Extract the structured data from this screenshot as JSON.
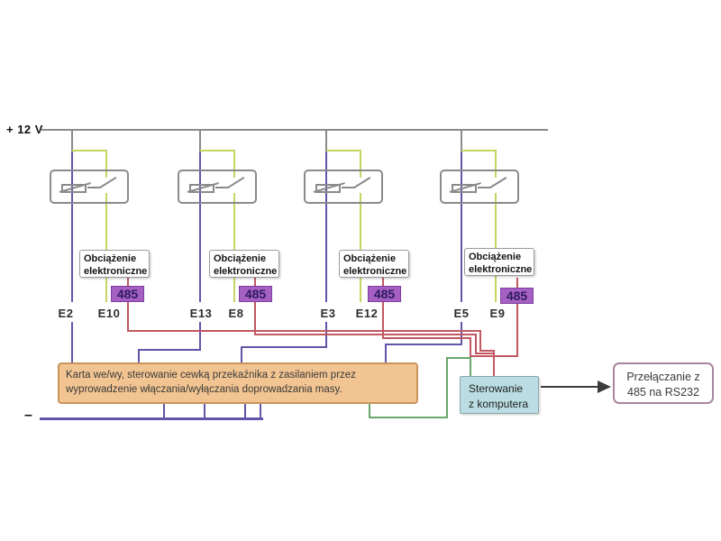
{
  "labels": {
    "supply": "+ 12 V",
    "ground": "–"
  },
  "channels": [
    {
      "load": [
        "Obciążenie",
        "elektroniczne"
      ],
      "tag": "485",
      "terminals": [
        "E2",
        "E10"
      ]
    },
    {
      "load": [
        "Obciążenie",
        "elektroniczne"
      ],
      "tag": "485",
      "terminals": [
        "E13",
        "E8"
      ]
    },
    {
      "load": [
        "Obciążenie",
        "elektroniczne"
      ],
      "tag": "485",
      "terminals": [
        "E3",
        "E12"
      ]
    },
    {
      "load": [
        "Obciążenie",
        "elektroniczne"
      ],
      "tag": "485",
      "terminals": [
        "E5",
        "E9"
      ]
    }
  ],
  "io_card": {
    "text": "Karta we/wy, sterowanie cewką przekaźnika z zasilaniem przez wyprowadzenie włączania/wyłączania doprowadzania masy."
  },
  "computer_box": {
    "line1": "Sterowanie",
    "line2": "z komputera"
  },
  "converter_box": {
    "line1": "Przełączanie z",
    "line2": "485 na RS232"
  },
  "colors": {
    "wire_purple": "#6156a8",
    "wire_yellow_green": "#c5d55f",
    "wire_red": "#c25862",
    "wire_green": "#6aa76d",
    "wire_gray": "#8a8a8a",
    "box_orange_fill": "#f2c491",
    "box_orange_border": "#c9955c",
    "box_cyan_fill": "#b9dde2",
    "box_cyan_border": "#8ba4ab",
    "box_converter_border": "#a8859e",
    "tag_fill": "#a660c4",
    "tag_border": "#7d3f9e",
    "tag_text": "#2d1a5e",
    "label_border": "#9a9a9a",
    "arrow": "#3c3c3c",
    "text_dark": "#2e2e2e"
  }
}
